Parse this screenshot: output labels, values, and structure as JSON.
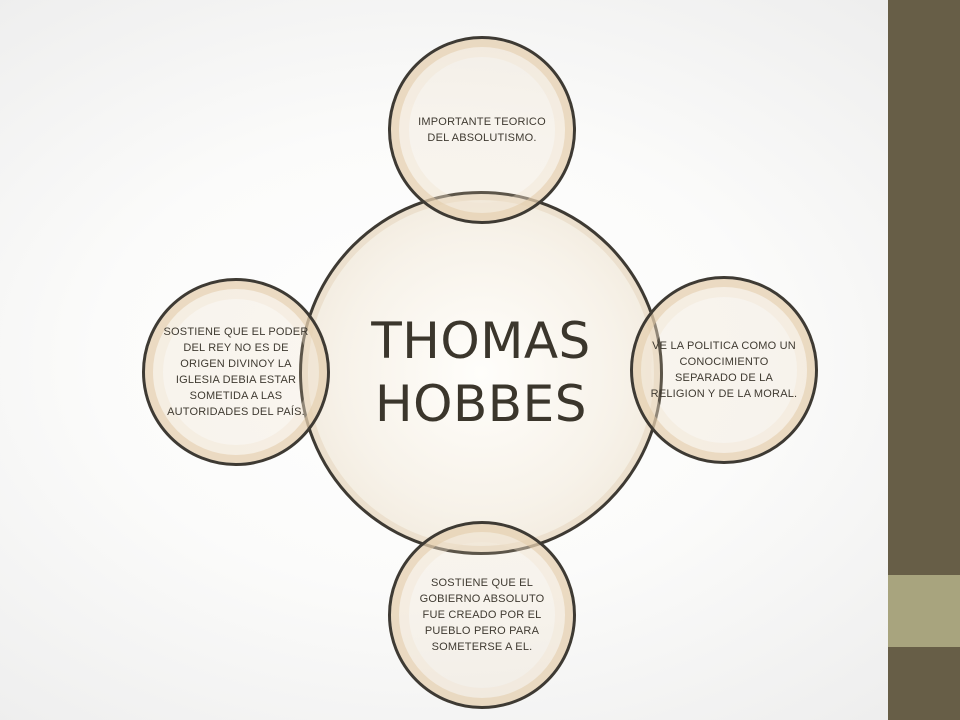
{
  "diagram": {
    "center": {
      "line1": "THOMAS",
      "line2": "HOBBES"
    },
    "satellites": {
      "top": "IMPORTANTE TEORICO DEL ABSOLUTISMO.",
      "right": "VE LA POLITICA COMO UN CONOCIMIENTO SEPARADO DE LA RELIGION Y DE LA MORAL.",
      "bottom": "SOSTIENE QUE EL GOBIERNO ABSOLUTO FUE CREADO POR EL PUEBLO PERO PARA SOMETERSE A EL.",
      "left": "SOSTIENE QUE EL PODER DEL REY NO ES DE ORIGEN DIVINOY LA IGLESIA DEBIA ESTAR SOMETIDA A LAS AUTORIDADES DEL PAÍS."
    }
  },
  "colors": {
    "sidebar": "#675e47",
    "sidebar_accent": "#a8a47e",
    "outline": "#3e3a33",
    "text": "#3b362c"
  }
}
